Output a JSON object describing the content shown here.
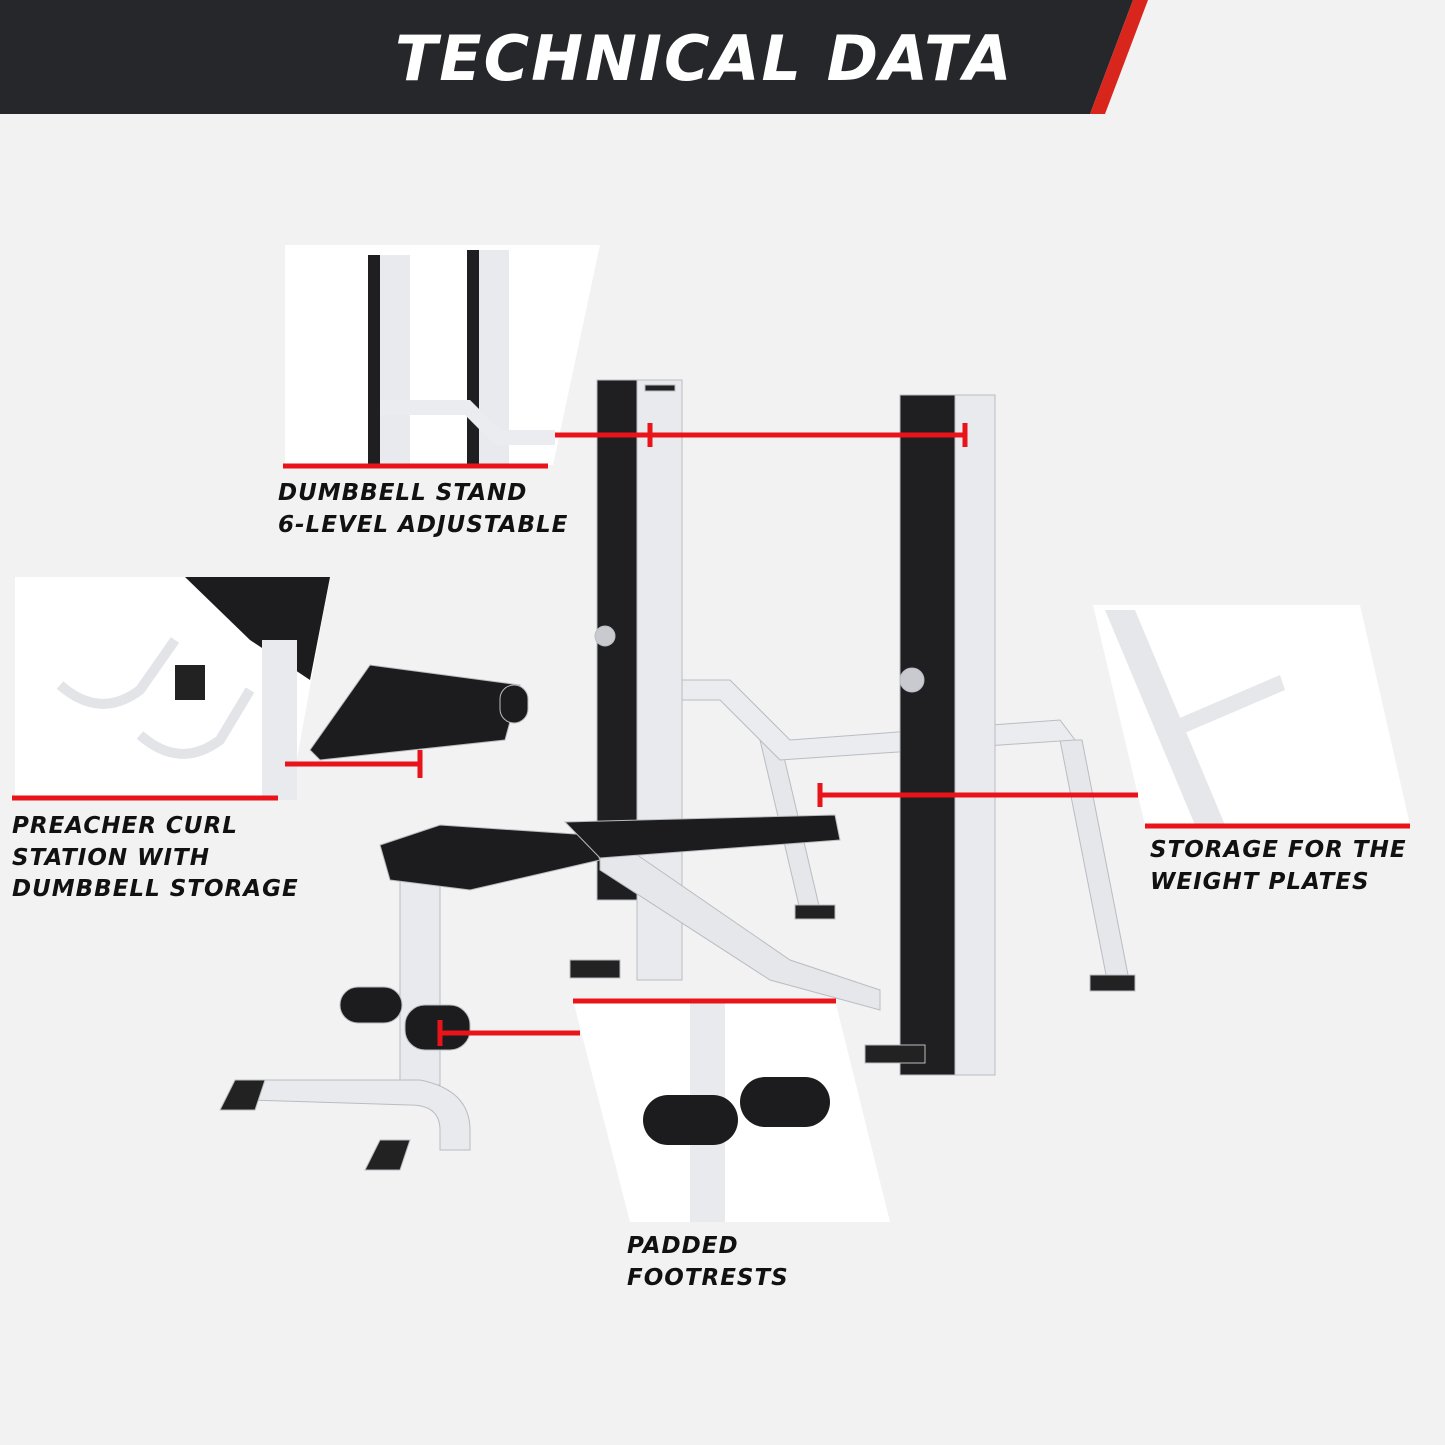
{
  "header": {
    "title": "TECHNICAL DATA"
  },
  "colors": {
    "banner": "#26272b",
    "accent": "#d9261c",
    "background": "#f2f2f2",
    "frame": "#e8e9ec",
    "pad": "#1c1c1e"
  },
  "callouts": [
    {
      "lines": [
        "DUMBBELL STAND",
        "6-LEVEL ADJUSTABLE"
      ]
    },
    {
      "lines": [
        "PREACHER CURL",
        "STATION WITH",
        "DUMBBELL STORAGE"
      ]
    },
    {
      "lines": [
        "STORAGE FOR THE",
        "WEIGHT PLATES"
      ]
    },
    {
      "lines": [
        "PADDED",
        "FOOTRESTS"
      ]
    }
  ]
}
